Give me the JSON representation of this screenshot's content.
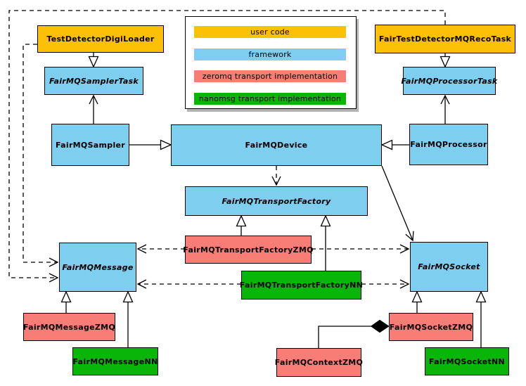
{
  "diagram_type": "uml-class-diagram",
  "colors": {
    "user_code": "#FCC107",
    "framework": "#7ECEF0",
    "zeromq": "#F87D76",
    "nanomsg": "#09B509",
    "line": "#000000",
    "background": "#FFFFFF"
  },
  "legend": {
    "items": [
      {
        "label": "user code",
        "color_key": "user_code"
      },
      {
        "label": "framework",
        "color_key": "framework"
      },
      {
        "label": "zeromq transport implementation",
        "color_key": "zeromq"
      },
      {
        "label": "nanomsg transport implementation",
        "color_key": "nanomsg"
      }
    ]
  },
  "nodes": {
    "test_detector_digi_loader": {
      "label": "TestDetectorDigiLoader",
      "category": "user code",
      "abstract": false
    },
    "fair_test_detector_mq_reco_task": {
      "label": "FairTestDetectorMQRecoTask",
      "category": "user code",
      "abstract": false
    },
    "fairmq_sampler_task": {
      "label": "FairMQSamplerTask",
      "category": "framework",
      "abstract": true
    },
    "fairmq_processor_task": {
      "label": "FairMQProcessorTask",
      "category": "framework",
      "abstract": true
    },
    "fairmq_sampler": {
      "label": "FairMQSampler",
      "category": "framework",
      "abstract": false
    },
    "fairmq_device": {
      "label": "FairMQDevice",
      "category": "framework",
      "abstract": false
    },
    "fairmq_processor": {
      "label": "FairMQProcessor",
      "category": "framework",
      "abstract": false
    },
    "fairmq_transport_factory": {
      "label": "FairMQTransportFactory",
      "category": "framework",
      "abstract": true
    },
    "fairmq_transport_factory_zmq": {
      "label": "FairMQTransportFactoryZMQ",
      "category": "zeromq",
      "abstract": false
    },
    "fairmq_transport_factory_nn": {
      "label": "FairMQTransportFactoryNN",
      "category": "nanomsg",
      "abstract": false
    },
    "fairmq_message": {
      "label": "FairMQMessage",
      "category": "framework",
      "abstract": true
    },
    "fairmq_socket": {
      "label": "FairMQSocket",
      "category": "framework",
      "abstract": true
    },
    "fairmq_message_zmq": {
      "label": "FairMQMessageZMQ",
      "category": "zeromq",
      "abstract": false
    },
    "fairmq_message_nn": {
      "label": "FairMQMessageNN",
      "category": "nanomsg",
      "abstract": false
    },
    "fairmq_socket_zmq": {
      "label": "FairMQSocketZMQ",
      "category": "zeromq",
      "abstract": false
    },
    "fairmq_socket_nn": {
      "label": "FairMQSocketNN",
      "category": "nanomsg",
      "abstract": false
    },
    "fairmq_context_zmq": {
      "label": "FairMQContextZMQ",
      "category": "zeromq",
      "abstract": false
    }
  },
  "edges": [
    {
      "from": "TestDetectorDigiLoader",
      "to": "FairMQSamplerTask",
      "type": "inheritance"
    },
    {
      "from": "FairTestDetectorMQRecoTask",
      "to": "FairMQProcessorTask",
      "type": "inheritance"
    },
    {
      "from": "FairMQSampler",
      "to": "FairMQDevice",
      "type": "inheritance"
    },
    {
      "from": "FairMQProcessor",
      "to": "FairMQDevice",
      "type": "inheritance"
    },
    {
      "from": "FairMQSampler",
      "to": "FairMQSamplerTask",
      "type": "association"
    },
    {
      "from": "FairMQProcessor",
      "to": "FairMQProcessorTask",
      "type": "association"
    },
    {
      "from": "FairMQDevice",
      "to": "FairMQTransportFactory",
      "type": "dependency-dashed"
    },
    {
      "from": "FairMQDevice",
      "to": "FairMQSocket",
      "type": "association"
    },
    {
      "from": "TestDetectorDigiLoader",
      "to": "FairMQMessage",
      "type": "dependency-dashed"
    },
    {
      "from": "FairTestDetectorMQRecoTask",
      "to": "FairMQMessage",
      "type": "dependency-dashed"
    },
    {
      "from": "FairMQTransportFactoryZMQ",
      "to": "FairMQTransportFactory",
      "type": "inheritance"
    },
    {
      "from": "FairMQTransportFactoryNN",
      "to": "FairMQTransportFactory",
      "type": "inheritance"
    },
    {
      "from": "FairMQTransportFactoryZMQ",
      "to": "FairMQMessage",
      "type": "dependency-dashed"
    },
    {
      "from": "FairMQTransportFactoryZMQ",
      "to": "FairMQSocket",
      "type": "dependency-dashed"
    },
    {
      "from": "FairMQTransportFactoryNN",
      "to": "FairMQMessage",
      "type": "dependency-dashed"
    },
    {
      "from": "FairMQTransportFactoryNN",
      "to": "FairMQSocket",
      "type": "dependency-dashed"
    },
    {
      "from": "FairMQMessageZMQ",
      "to": "FairMQMessage",
      "type": "inheritance"
    },
    {
      "from": "FairMQMessageNN",
      "to": "FairMQMessage",
      "type": "inheritance"
    },
    {
      "from": "FairMQSocketZMQ",
      "to": "FairMQSocket",
      "type": "inheritance"
    },
    {
      "from": "FairMQSocketNN",
      "to": "FairMQSocket",
      "type": "inheritance"
    },
    {
      "from": "FairMQContextZMQ",
      "to": "FairMQSocketZMQ",
      "type": "composition"
    }
  ]
}
